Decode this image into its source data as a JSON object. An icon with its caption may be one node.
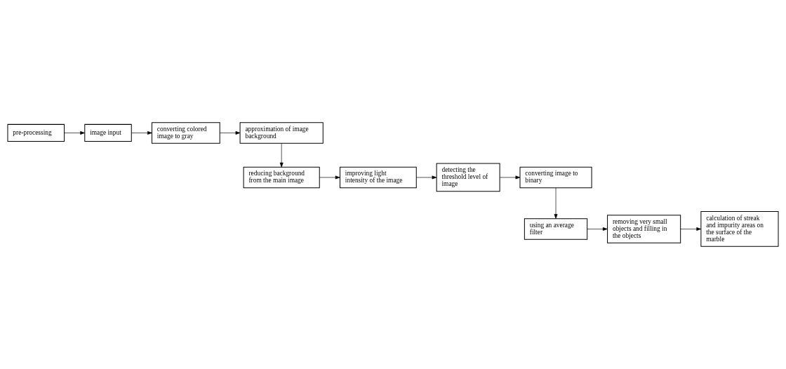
{
  "diagram": {
    "nodes": [
      {
        "text": [
          "pre-processing"
        ]
      },
      {
        "text": [
          "image input"
        ]
      },
      {
        "text": [
          "converting colored image to gray"
        ]
      },
      {
        "text": [
          "approximation of image background"
        ]
      },
      {
        "text": [
          "reducing background from the main image"
        ]
      },
      {
        "text": [
          "improving light intensity of the image"
        ]
      },
      {
        "text": [
          "detecting the threshold level of image"
        ]
      },
      {
        "text": [
          "converting image to binary"
        ]
      },
      {
        "text": [
          "using an average filter"
        ]
      },
      {
        "text": [
          "removing very small objects and filling in the objects"
        ]
      },
      {
        "text": [
          "calculation of streak and impurity areas on the surface of the marble"
        ]
      }
    ],
    "edges": [
      {
        "from": 0,
        "to": 1,
        "arrow": "to"
      },
      {
        "from": 1,
        "to": 2,
        "arrow": "to"
      },
      {
        "from": 2,
        "to": 3,
        "arrow": "to"
      },
      {
        "from": 3,
        "to": 4,
        "arrow": "to"
      },
      {
        "from": 4,
        "to": 5,
        "arrow": "to"
      },
      {
        "from": 5,
        "to": 6,
        "arrow": "to"
      },
      {
        "from": 6,
        "to": 7,
        "arrow": "to"
      },
      {
        "from": 7,
        "to": 8,
        "arrow": "to"
      },
      {
        "from": 8,
        "to": 9,
        "arrow": "to"
      },
      {
        "from": 9,
        "to": 10,
        "arrow": "to"
      }
    ]
  }
}
